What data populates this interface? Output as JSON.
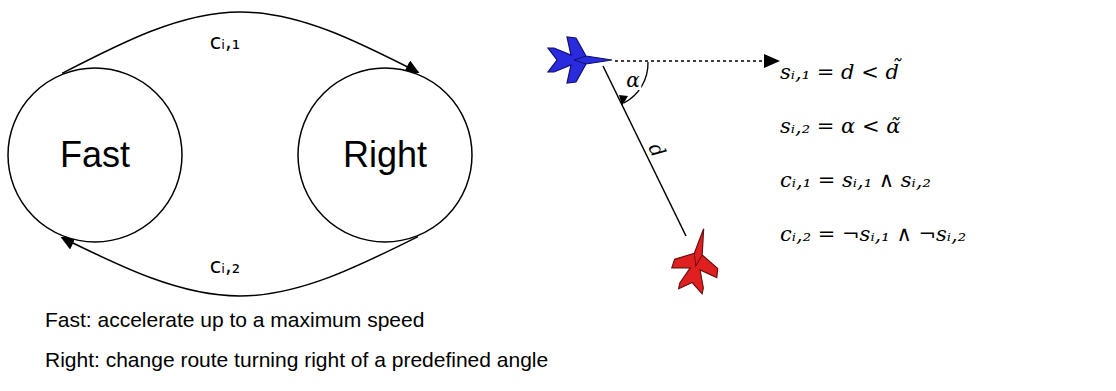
{
  "diagram": {
    "nodes": [
      {
        "text": [
          "Fast"
        ]
      },
      {
        "text": [
          "Right"
        ]
      }
    ],
    "edges": [
      {
        "from": 0,
        "to": 1,
        "arrow": "to",
        "label": "cᵢ,₁"
      },
      {
        "from": 1,
        "to": 0,
        "arrow": "to",
        "label": "cᵢ,₂"
      }
    ],
    "labels": [
      "α",
      "d",
      "sᵢ,₁ = d < d̃",
      "sᵢ,₂ = α < α̃",
      "cᵢ,₁ = sᵢ,₁ ∧ sᵢ,₂",
      "cᵢ,₂ = ¬sᵢ,₁ ∧ ¬sᵢ,₂",
      "Fast: accelerate up to a maximum speed",
      "Right: change route turning right of a predefined angle"
    ]
  }
}
